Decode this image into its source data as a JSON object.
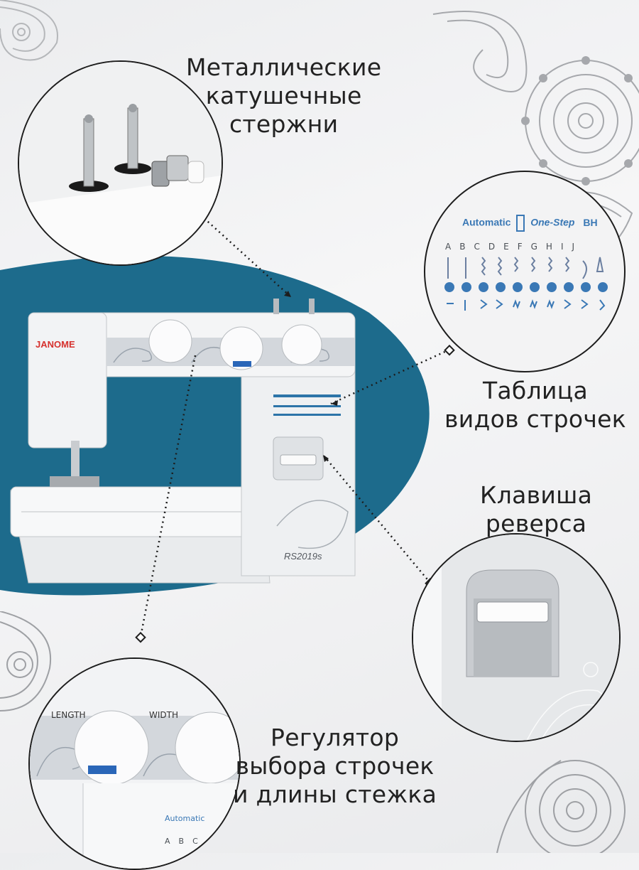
{
  "colors": {
    "accent_blue": "#1d6b8c",
    "brand_red": "#d6312e",
    "machine_white": "#f4f5f6",
    "paisley_gray": "#a9abaf",
    "text": "#222222"
  },
  "labels": {
    "spool": [
      "Металлические",
      "катушечные",
      "стержни"
    ],
    "table": [
      "Таблица",
      "видов строчек"
    ],
    "reverse": [
      "Клавиша",
      "реверса"
    ],
    "regulator": [
      "Регулятор",
      "выбора строчек",
      "и длины стежка"
    ]
  },
  "machine": {
    "brand": "JANOME",
    "model": "RS2019s",
    "dial_labels": [
      "LENGTH",
      "WIDTH"
    ]
  },
  "stitch_table": {
    "header": [
      "Automatic",
      "One-Step",
      "BH"
    ],
    "letters": [
      "A",
      "B",
      "C",
      "D",
      "E",
      "F",
      "G",
      "H",
      "I",
      "J"
    ]
  },
  "dial_zoom": {
    "length_label": "LENGTH",
    "width_label": "WIDTH",
    "automatic_label": "Automatic",
    "letters": [
      "A",
      "B",
      "C"
    ]
  },
  "icons": [
    "paisley-ornament",
    "connector-dot"
  ]
}
